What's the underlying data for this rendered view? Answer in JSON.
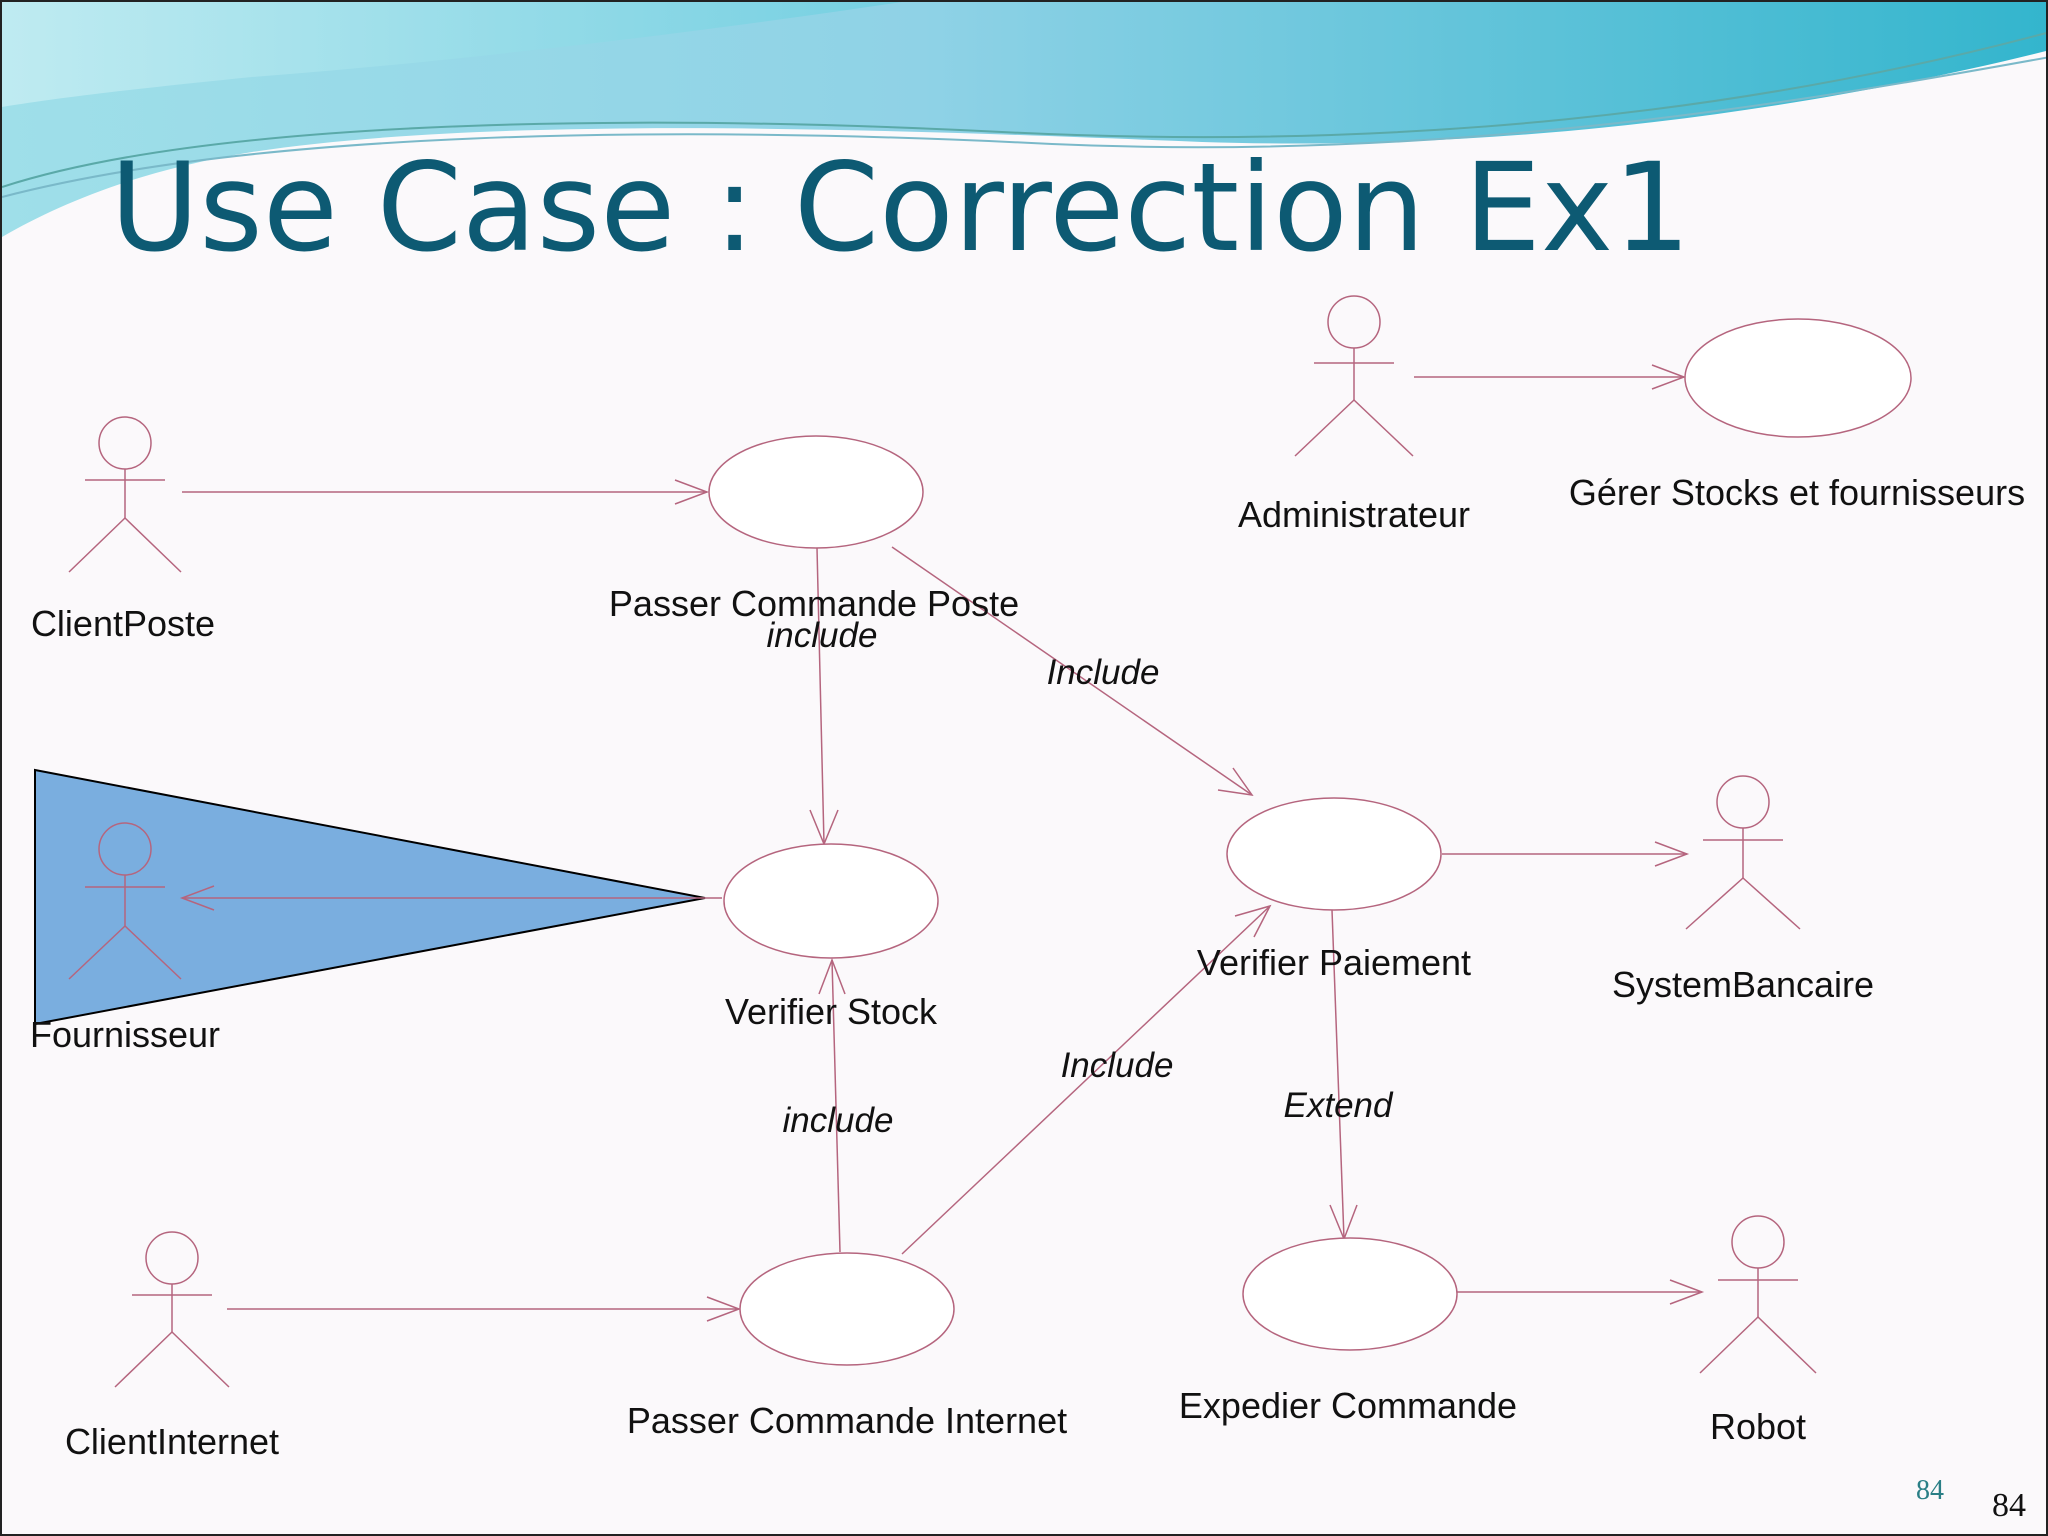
{
  "slide": {
    "title": "Use Case : Correction Ex1",
    "page_number_small": "84",
    "page_number": "84"
  },
  "actors": {
    "client_poste": "ClientPoste",
    "administrateur": "Administrateur",
    "fournisseur": "Fournisseur",
    "system_bancaire": "SystemBancaire",
    "client_internet": "ClientInternet",
    "robot": "Robot"
  },
  "use_cases": {
    "passer_commande_poste": "Passer Commande Poste",
    "gerer_stocks": "Gérer Stocks et fournisseurs",
    "verifier_stock": "Verifier Stock",
    "verifier_paiement": "Verifier Paiement",
    "passer_commande_internet": "Passer Commande Internet",
    "expedier_commande": "Expedier Commande"
  },
  "relations": {
    "poste_stock": "include",
    "poste_paiement": "Include",
    "internet_stock": "include",
    "internet_paiement": "Include",
    "paiement_expedier": "Extend"
  },
  "colors": {
    "title": "#0d5a73",
    "line": "#b5657e",
    "highlight_fill": "#7aaedf",
    "wave_light": "#a8e3ee",
    "wave_dark": "#2fb6cf"
  }
}
